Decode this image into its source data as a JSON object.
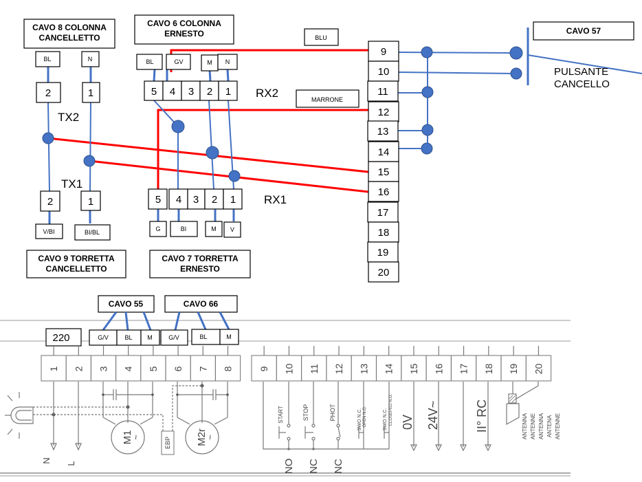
{
  "top_cables": {
    "cavo8": {
      "line1": "CAVO 8 COLONNA",
      "line2": "CANCELLETTO"
    },
    "cavo6": {
      "line1": "CAVO 6 COLONNA",
      "line2": "ERNESTO"
    },
    "cavo9": {
      "line1": "CAVO 9 TORRETTA",
      "line2": "CANCELLETTO"
    },
    "cavo7": {
      "line1": "CAVO 7 TORRETTA",
      "line2": "ERNESTO"
    },
    "cavo57": "CAVO 57"
  },
  "wire_labels": {
    "cavo8_top": [
      "BL",
      "N"
    ],
    "cavo8_terminals": [
      "2",
      "1"
    ],
    "cavo9_terminals": [
      "2",
      "1"
    ],
    "cavo9_bottom": [
      "V/BI",
      "BI/BL"
    ],
    "cavo6_top": [
      "BL",
      "GV",
      "M",
      "N"
    ],
    "cavo6_terminals": [
      "5",
      "4",
      "3",
      "2",
      "1"
    ],
    "cavo7_terminals": [
      "5",
      "4",
      "3",
      "2",
      "1"
    ],
    "cavo7_bottom": [
      "G",
      "BI",
      "M",
      "V"
    ],
    "blu": "BLU",
    "marrone": "MARRONE"
  },
  "device_labels": {
    "tx2": "TX2",
    "tx1": "TX1",
    "rx2": "RX2",
    "rx1": "RX1",
    "pulsante_line1": "PULSANTE",
    "pulsante_line2": "CANCELLO"
  },
  "strip_terminals": [
    "9",
    "10",
    "11",
    "12",
    "13",
    "14",
    "15",
    "16",
    "17",
    "18",
    "19",
    "20"
  ],
  "board": {
    "cavo55": "CAVO 55",
    "cavo66": "CAVO 66",
    "supply": "220",
    "cavo55_wires": [
      "G/V",
      "BL",
      "M"
    ],
    "cavo66_wires": [
      "G/V",
      "BL",
      "M"
    ],
    "terminals_left": [
      "1",
      "2",
      "3",
      "4",
      "5",
      "6",
      "7",
      "8"
    ],
    "terminals_right": [
      "9",
      "10",
      "11",
      "12",
      "13",
      "14",
      "15",
      "16",
      "17",
      "18",
      "19",
      "20"
    ],
    "power_labels": [
      "N",
      "L"
    ],
    "motor1": "M1",
    "motor2": "M2r",
    "motor_symbol": "~",
    "ebp": "EBP",
    "contacts": [
      "START",
      "STOP",
      "PHOT",
      "SWO N.C.",
      "OPEN N.O.",
      "SWO N.C.",
      "CLOSEPED N.O."
    ],
    "contact_types": [
      "NO",
      "NC",
      "NC"
    ],
    "outputs": [
      "0V",
      "24V~",
      "II° RC"
    ],
    "antenna_labels": [
      "ANTENNA",
      "ANTENNE",
      "ANTENNA",
      "ANTENA",
      "ANTENNE"
    ]
  },
  "colors": {
    "wire_blue": "#4472c4",
    "wire_red": "#ff0000"
  }
}
